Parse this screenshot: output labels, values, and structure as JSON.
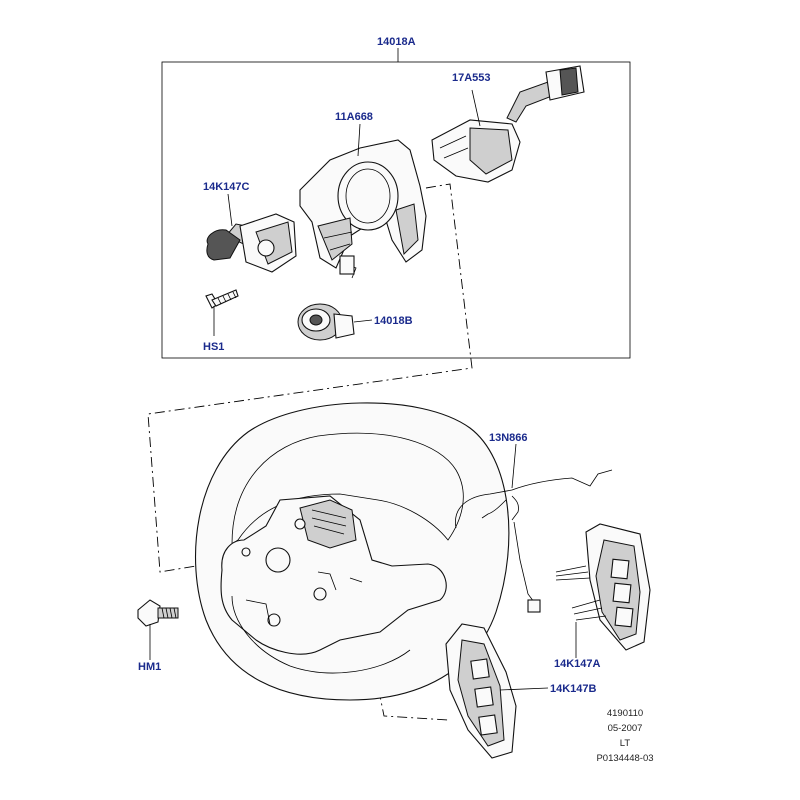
{
  "labels": {
    "assembly_main": "14018A",
    "wiper_switch": "17A553",
    "clockspring_housing": "11A668",
    "indicator_switch": "14K147C",
    "screw": "HS1",
    "clockspring": "14018B",
    "harness": "13N866",
    "bolt": "HM1",
    "switch_pack_right": "14K147A",
    "switch_pack_left": "14K147B"
  },
  "footer": {
    "line1": "4190110",
    "line2": "05-2007",
    "line3": "LT",
    "line4": "P0134448-03"
  }
}
